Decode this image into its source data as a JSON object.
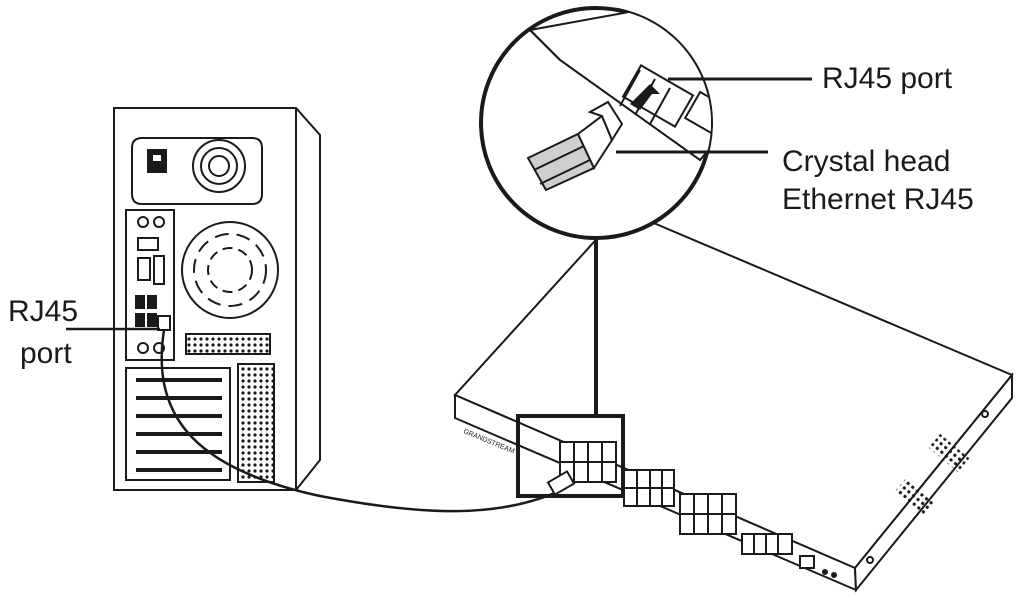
{
  "labels": {
    "switch_port": "RJ45 port",
    "crystal_head_line1": "Crystal head",
    "crystal_head_line2": "Ethernet RJ45",
    "pc_port_line1": "RJ45",
    "pc_port_line2": "port"
  },
  "switch_brand": "GRANDSTREAM",
  "colors": {
    "stroke": "#1a1a1a",
    "background": "#ffffff",
    "label": "#1a1a1a"
  }
}
